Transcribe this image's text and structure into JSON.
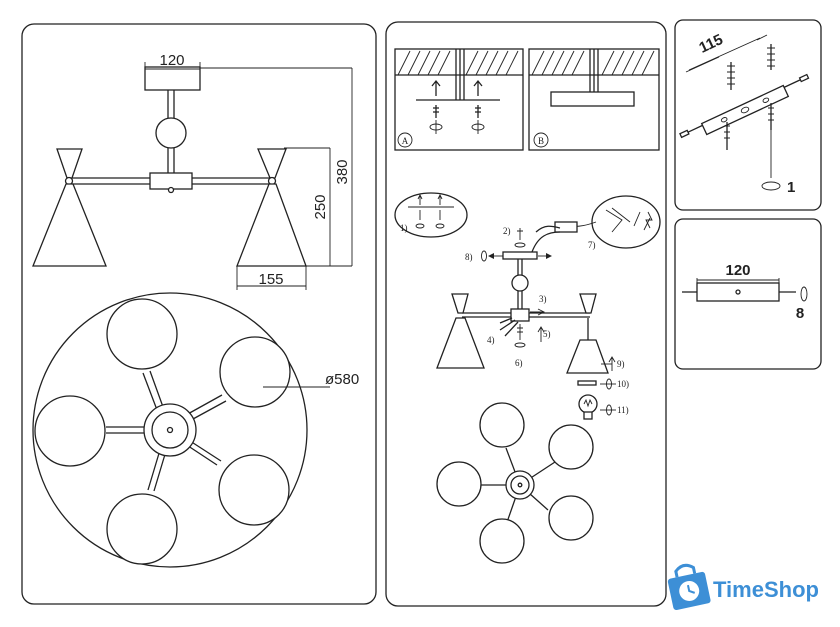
{
  "panel1": {
    "dim_top": "120",
    "dim_height_total": "380",
    "dim_height_arm": "250",
    "dim_shade": "155",
    "dim_diameter": "ø580"
  },
  "panel2": {
    "label_a": "A",
    "label_b": "B",
    "steps": [
      "1)",
      "2)",
      "3)",
      "4)",
      "5)",
      "6)",
      "7)",
      "8)",
      "9)",
      "10)",
      "11)"
    ]
  },
  "panel3": {
    "dim": "115",
    "step": "1"
  },
  "panel4": {
    "dim": "120",
    "step": "8"
  },
  "logo": {
    "text": "TimeShop",
    "color": "#3d8fd6"
  }
}
